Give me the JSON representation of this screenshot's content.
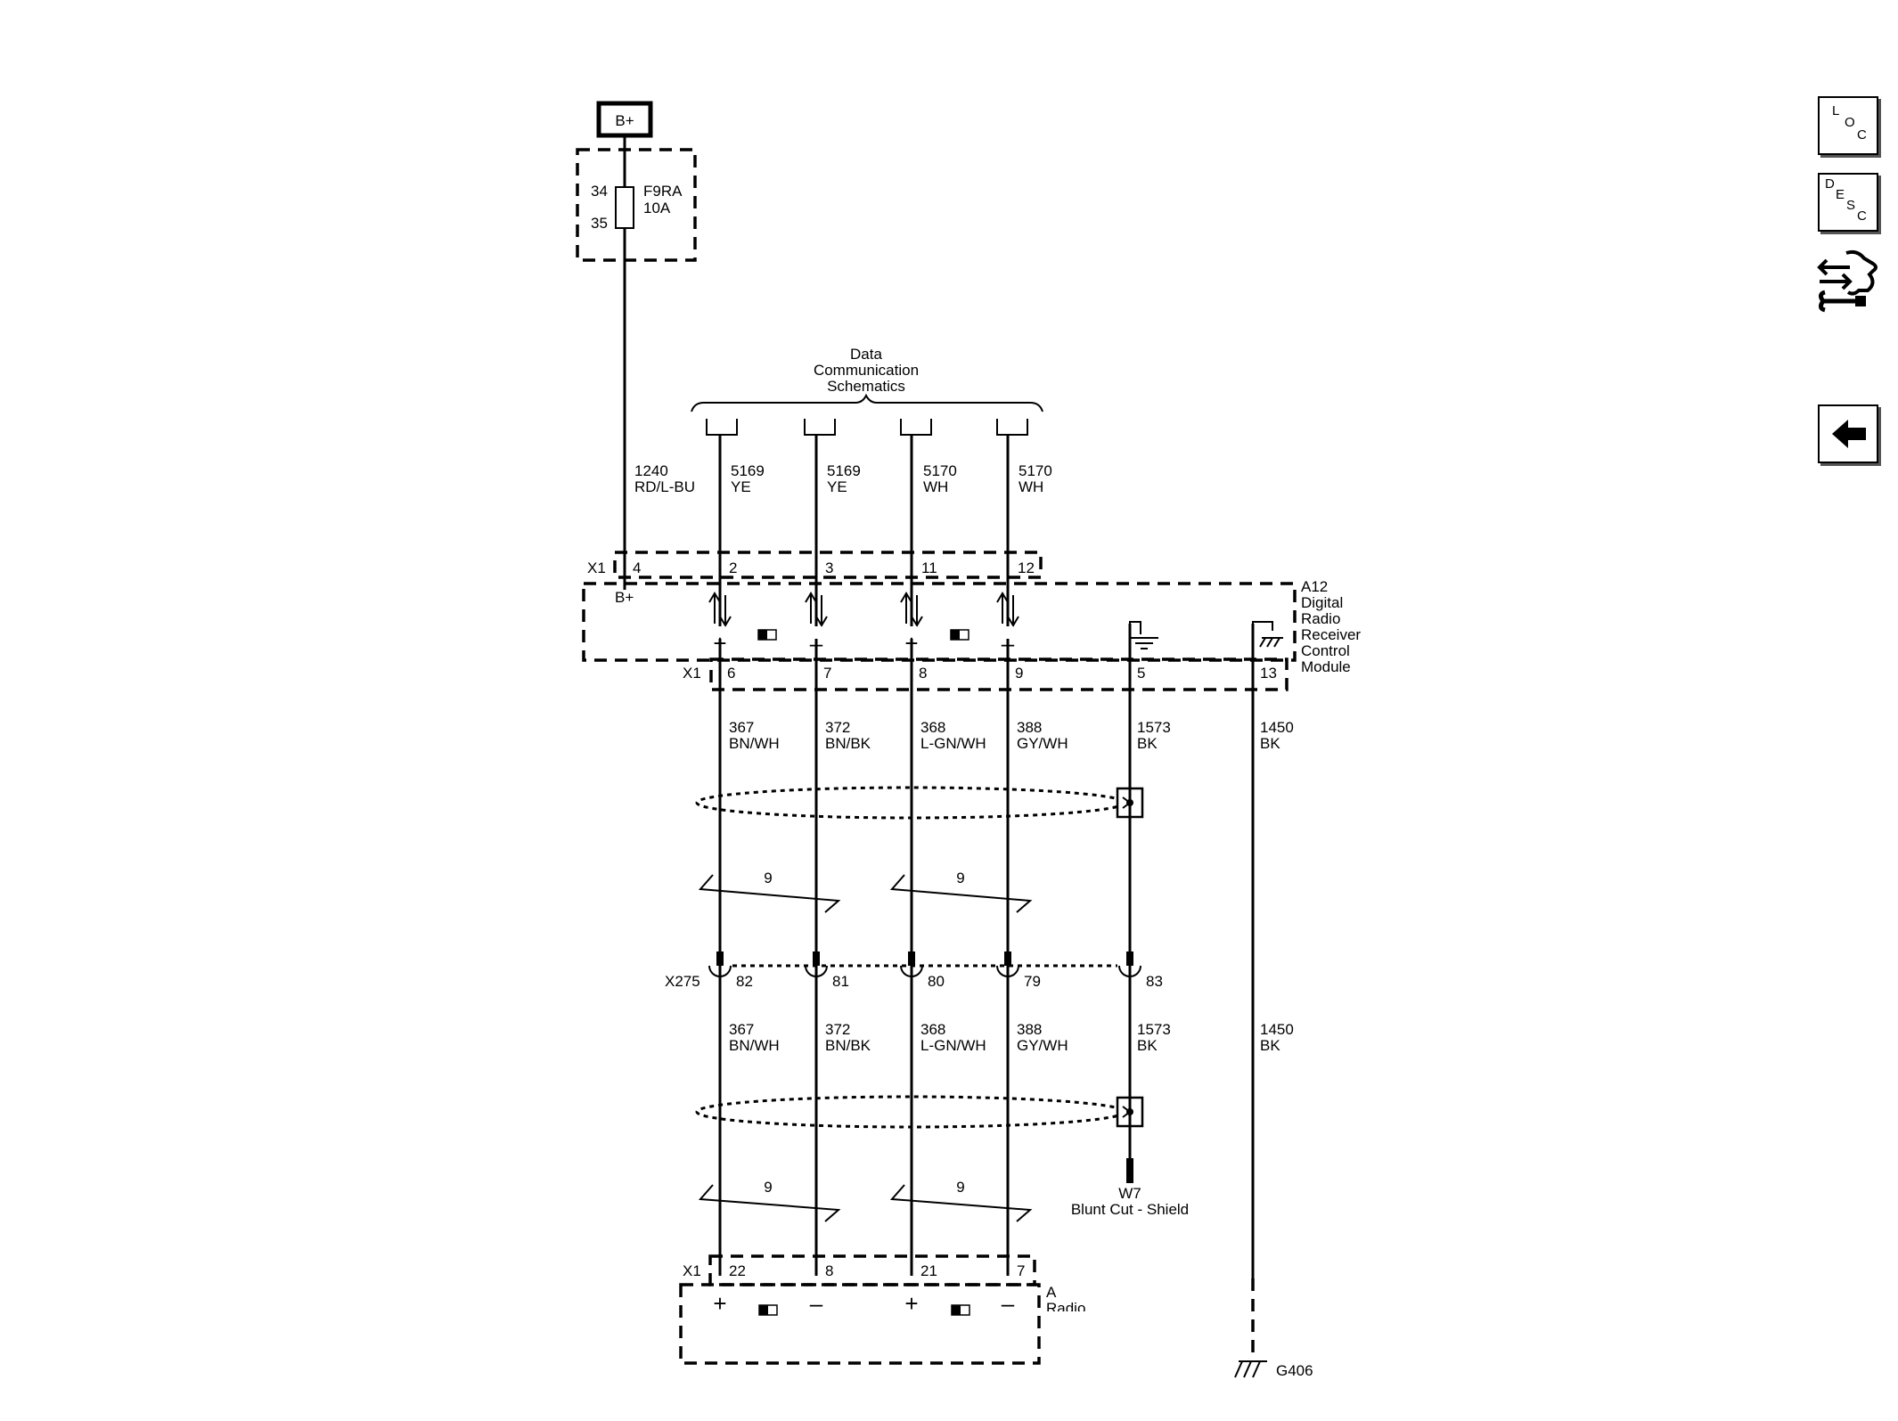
{
  "power": {
    "label": "B+"
  },
  "fuse": {
    "pin_in": "34",
    "pin_out": "35",
    "name": "F9RA",
    "rating": "10A"
  },
  "data_comm": {
    "line1": "Data",
    "line2": "Communication",
    "line3": "Schematics"
  },
  "upper_circuits": [
    {
      "num": "1240",
      "color": "RD/L-BU"
    },
    {
      "num": "5169",
      "color": "YE"
    },
    {
      "num": "5169",
      "color": "YE"
    },
    {
      "num": "5170",
      "color": "WH"
    },
    {
      "num": "5170",
      "color": "WH"
    }
  ],
  "module_a12": {
    "connector": "X1",
    "top_pins": [
      "4",
      "2",
      "3",
      "11",
      "12"
    ],
    "bottom_pins": [
      "6",
      "7",
      "8",
      "9",
      "5",
      "13"
    ],
    "bplus_label": "B+",
    "polarity": [
      "+",
      "–",
      "+",
      "–"
    ],
    "label": [
      "A12",
      "Digital",
      "Radio",
      "Receiver",
      "Control",
      "Module"
    ]
  },
  "mid_circuits": [
    {
      "num": "367",
      "color": "BN/WH"
    },
    {
      "num": "372",
      "color": "BN/BK"
    },
    {
      "num": "368",
      "color": "L-GN/WH"
    },
    {
      "num": "388",
      "color": "GY/WH"
    },
    {
      "num": "1573",
      "color": "BK"
    },
    {
      "num": "1450",
      "color": "BK"
    }
  ],
  "twist_labels": [
    "9",
    "9",
    "9",
    "9"
  ],
  "inline_connector": {
    "name": "X275",
    "pins": [
      "82",
      "81",
      "80",
      "79",
      "83"
    ]
  },
  "low_circuits": [
    {
      "num": "367",
      "color": "BN/WH"
    },
    {
      "num": "372",
      "color": "BN/BK"
    },
    {
      "num": "368",
      "color": "L-GN/WH"
    },
    {
      "num": "388",
      "color": "GY/WH"
    },
    {
      "num": "1573",
      "color": "BK"
    },
    {
      "num": "1450",
      "color": "BK"
    }
  ],
  "shield_end": {
    "name": "W7",
    "desc": "Blunt Cut - Shield"
  },
  "radio": {
    "connector": "X1",
    "pins": [
      "22",
      "8",
      "21",
      "7"
    ],
    "polarity": [
      "+",
      "–",
      "+",
      "–"
    ],
    "label1": "A",
    "label2": "Radio"
  },
  "ground": {
    "name": "G406"
  },
  "side_buttons": {
    "loc": [
      "L",
      "O",
      "C"
    ],
    "desc": [
      "D",
      "E",
      "S",
      "C"
    ]
  }
}
